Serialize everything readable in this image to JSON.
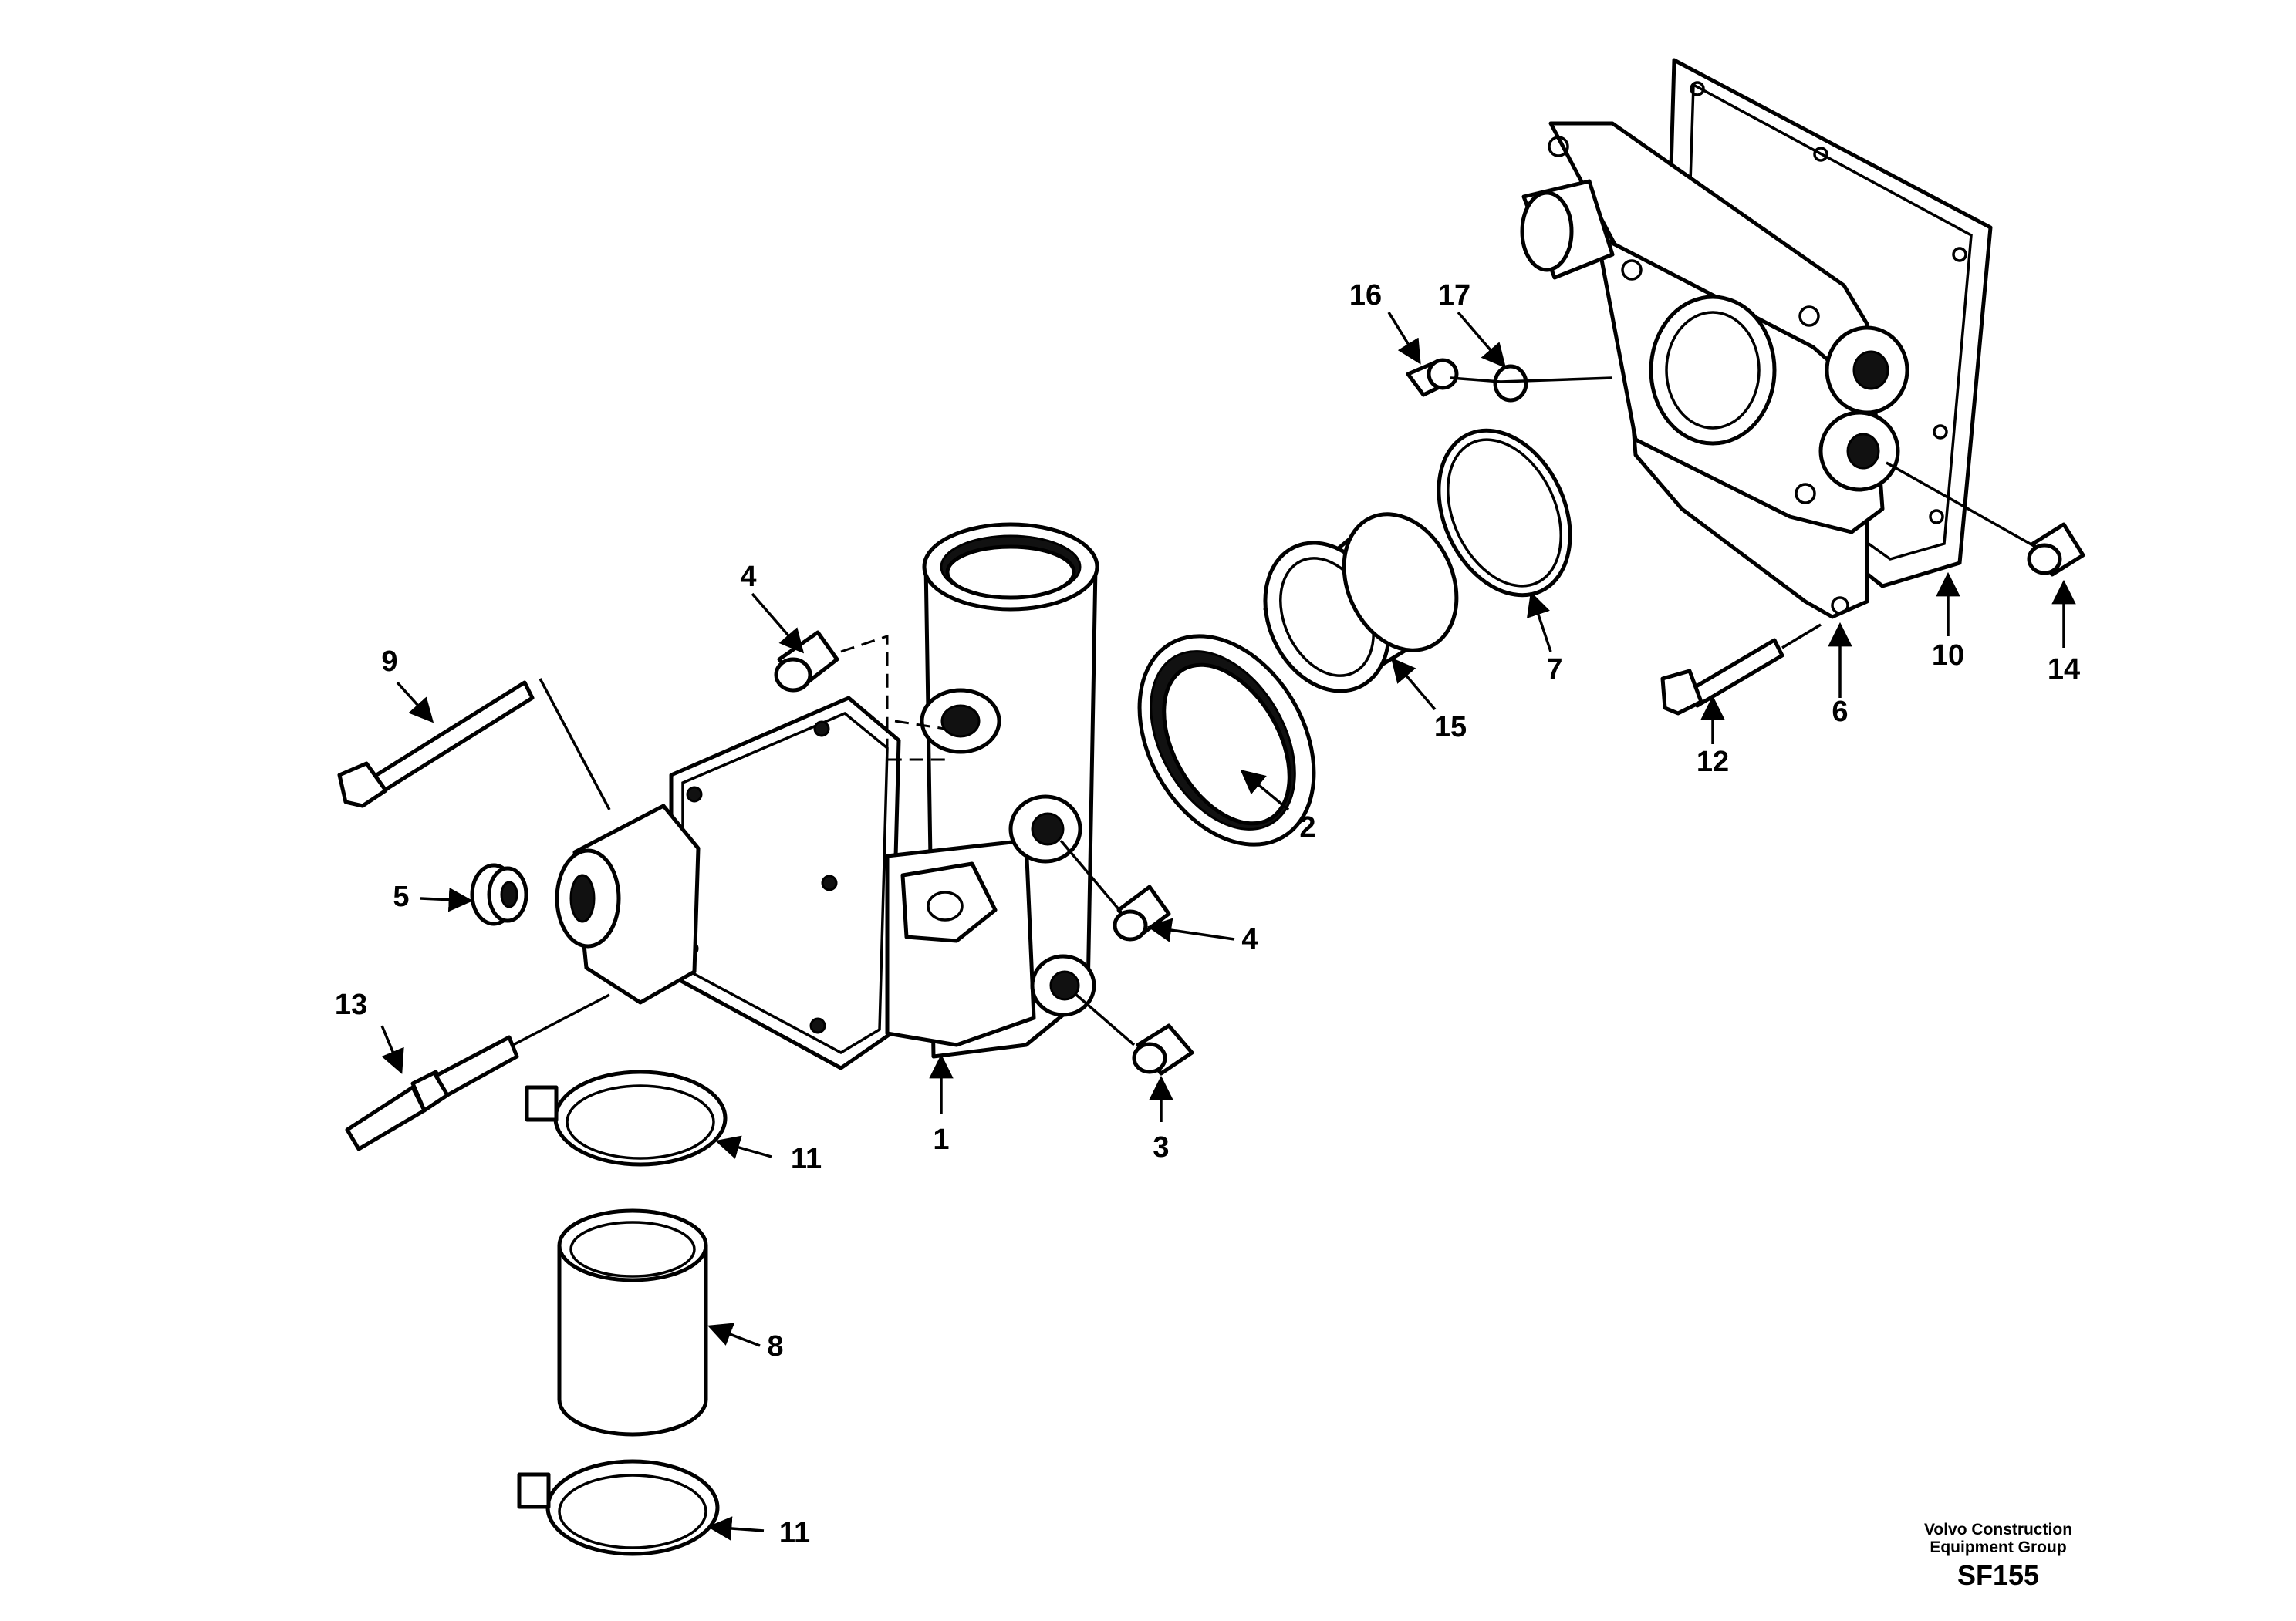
{
  "callouts": {
    "c1": "1",
    "c2": "2",
    "c3": "3",
    "c4a": "4",
    "c4b": "4",
    "c5": "5",
    "c6": "6",
    "c7": "7",
    "c8": "8",
    "c9": "9",
    "c10": "10",
    "c11a": "11",
    "c11b": "11",
    "c12": "12",
    "c13": "13",
    "c14": "14",
    "c15": "15",
    "c16": "16",
    "c17": "17"
  },
  "footer": {
    "brand_line1": "Volvo Construction",
    "brand_line2": "Equipment Group",
    "code": "SF155"
  }
}
